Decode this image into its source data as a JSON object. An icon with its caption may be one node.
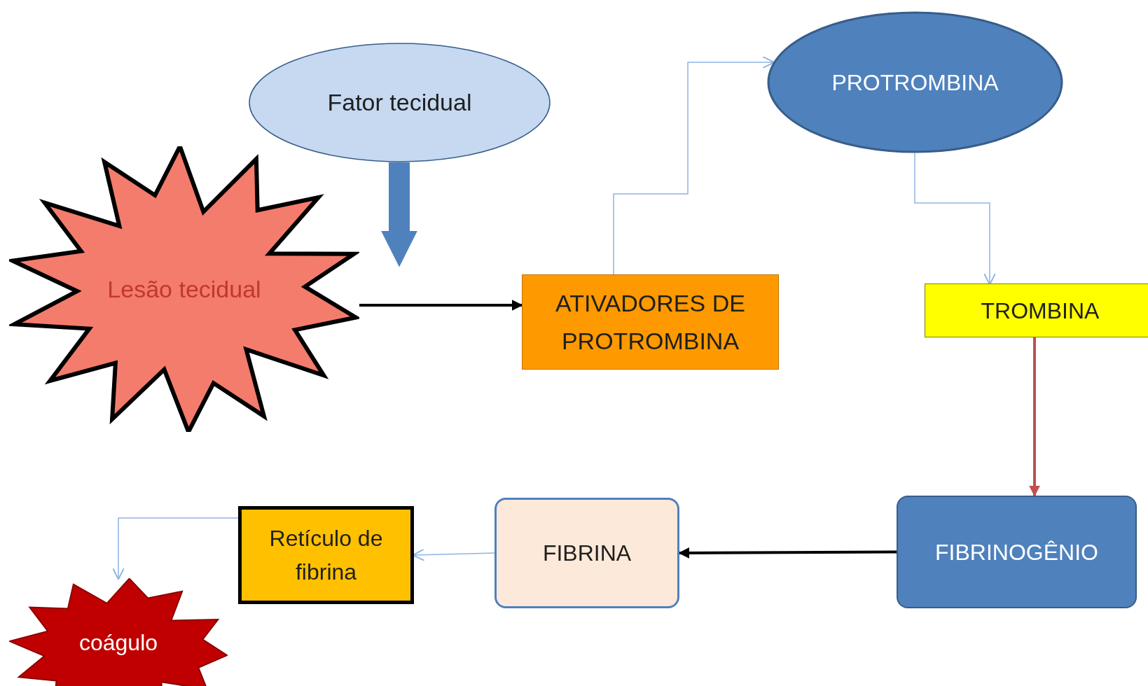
{
  "diagram": {
    "nodes": [
      {
        "text": [
          "Fator tecidual"
        ]
      },
      {
        "text": [
          "Lesão tecidual"
        ]
      },
      {
        "text": [
          "ATIVADORES DE PROTROMBINA"
        ]
      },
      {
        "text": [
          "PROTROMBINA"
        ]
      },
      {
        "text": [
          "TROMBINA"
        ]
      },
      {
        "text": [
          "FIBRINOGÊNIO"
        ]
      },
      {
        "text": [
          "FIBRINA"
        ]
      },
      {
        "text": [
          "Retículo de fibrina"
        ]
      },
      {
        "text": [
          "coágulo"
        ]
      }
    ],
    "edges": [
      {
        "from": 0,
        "to": null,
        "arrow": "to",
        "style": "thick",
        "color": "#4f81bd"
      },
      {
        "from": 1,
        "to": 2,
        "arrow": "to",
        "style": "thick",
        "color": "#000000"
      },
      {
        "from": 2,
        "to": 3,
        "arrow": "to"
      },
      {
        "from": 3,
        "to": 4,
        "arrow": "to"
      },
      {
        "from": 4,
        "to": 5,
        "arrow": "to",
        "style": "thick",
        "color": "#c0504d"
      },
      {
        "from": 5,
        "to": 6,
        "arrow": "to",
        "style": "thick",
        "color": "#000000"
      },
      {
        "from": 6,
        "to": 7,
        "arrow": "to"
      },
      {
        "from": 7,
        "to": 8,
        "arrow": "to"
      }
    ]
  }
}
